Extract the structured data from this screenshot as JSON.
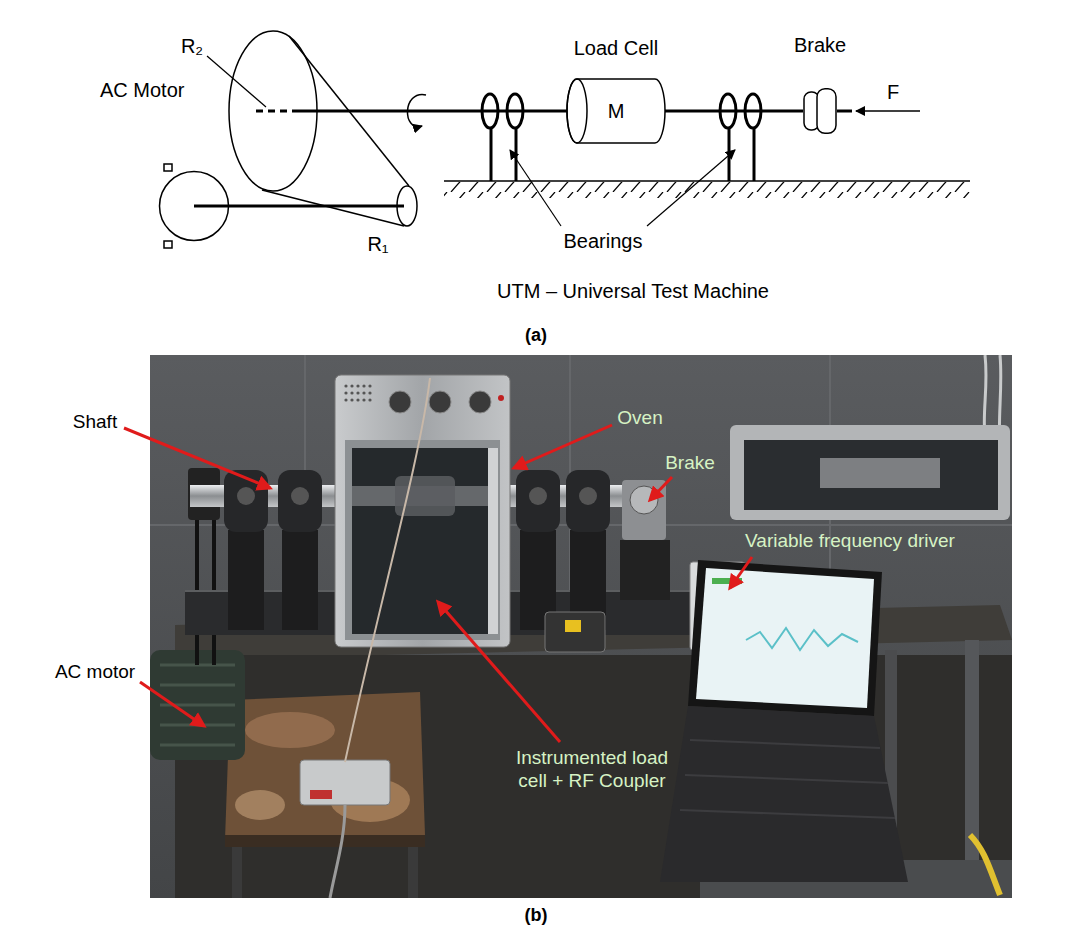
{
  "diagram": {
    "nodes": [
      {
        "text": [
          "AC Motor"
        ]
      },
      {
        "text": [
          "Load Cell",
          "M"
        ]
      },
      {
        "text": [
          "Brake"
        ]
      }
    ],
    "edges": [
      {
        "from": 1,
        "to": 2,
        "arrow": "none"
      }
    ],
    "labels": [
      "R₂",
      "F",
      "R₁",
      "Bearings",
      "UTM – Universal Test Machine",
      "(a)",
      "Shaft",
      "Oven",
      "Brake",
      "Variable frequency driver",
      "AC motor",
      "Instrumented load cell + RF Coupler",
      "(b)"
    ]
  }
}
